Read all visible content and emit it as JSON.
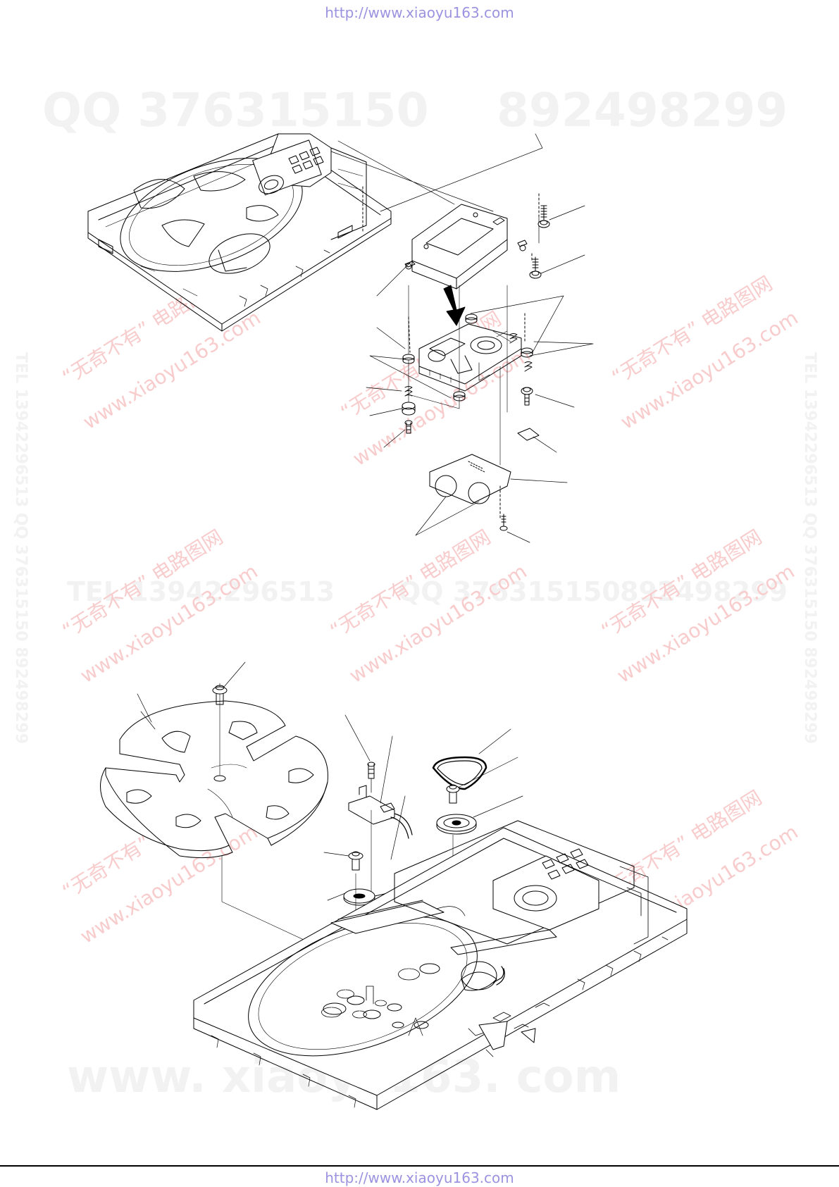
{
  "header": {
    "url": "http://www.xiaoyu163.com"
  },
  "footer": {
    "url": "http://www.xiaoyu163.com"
  },
  "watermarks": {
    "qq_top": "QQ 376315150",
    "number_top": "892498299",
    "tel_middle": "TEL 13942296513",
    "qq_middle": "QQ 376315150",
    "number_middle": "892498299",
    "site_bottom": "www. xiaoyu163. com",
    "cn_slogan": "“无奇不有” 电路图网",
    "site_red": "www.xiaoyu163.com",
    "vertical_left": "TEL 13942296513   QQ 376315150   892498299",
    "vertical_right": "TEL 13942296513   QQ 376315150   892498299"
  }
}
